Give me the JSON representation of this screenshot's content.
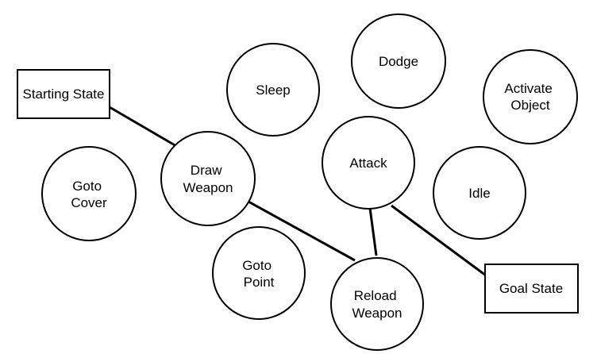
{
  "diagram": {
    "nodes": {
      "starting_state": {
        "label": "Starting State",
        "shape": "box"
      },
      "goal_state": {
        "label": "Goal State",
        "shape": "box"
      },
      "sleep": {
        "label": "Sleep",
        "shape": "circle"
      },
      "dodge": {
        "label": "Dodge",
        "shape": "circle"
      },
      "activate_object": {
        "label": "Activate Object",
        "shape": "circle"
      },
      "goto_cover": {
        "label": "Goto Cover",
        "shape": "circle"
      },
      "draw_weapon": {
        "label": "Draw Weapon",
        "shape": "circle"
      },
      "attack": {
        "label": "Attack",
        "shape": "circle"
      },
      "idle": {
        "label": "Idle",
        "shape": "circle"
      },
      "goto_point": {
        "label": "Goto Point",
        "shape": "circle"
      },
      "reload_weapon": {
        "label": "Reload Weapon",
        "shape": "circle"
      }
    },
    "edges": [
      {
        "from": "starting_state",
        "to": "draw_weapon"
      },
      {
        "from": "draw_weapon",
        "to": "reload_weapon"
      },
      {
        "from": "reload_weapon",
        "to": "attack"
      },
      {
        "from": "attack",
        "to": "goal_state"
      }
    ],
    "colors": {
      "stroke": "#000000",
      "fill": "#ffffff",
      "background": "#ffffff"
    }
  }
}
